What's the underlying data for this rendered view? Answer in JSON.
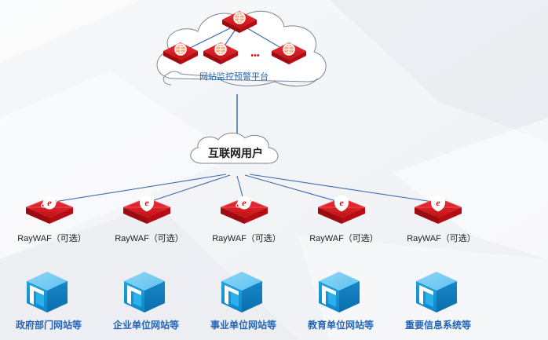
{
  "cloud": {
    "platform_label": "网站监控预警平台",
    "ellipsis": "•••"
  },
  "internet": {
    "label": "互联网用户"
  },
  "waf_nodes": [
    {
      "label": "RayWAF（可选）",
      "icon": "ie-browser-icon"
    },
    {
      "label": "RayWAF（可选）",
      "icon": "shield-icon"
    },
    {
      "label": "RayWAF（可选）",
      "icon": "ie-browser-icon"
    },
    {
      "label": "RayWAF（可选）",
      "icon": "shield-icon"
    },
    {
      "label": "RayWAF（可选）",
      "icon": "shield-icon"
    }
  ],
  "site_groups": [
    {
      "label": "政府部门网站等",
      "icon": "server-cube-icon"
    },
    {
      "label": "企业单位网站等",
      "icon": "server-cube-icon"
    },
    {
      "label": "事业单位网站等",
      "icon": "server-cube-icon"
    },
    {
      "label": "教育单位网站等",
      "icon": "server-cube-icon"
    },
    {
      "label": "重要信息系统等",
      "icon": "server-cube-icon"
    }
  ],
  "colors": {
    "accent_red": "#d7141a",
    "dark_red": "#9b0b0f",
    "link_blue": "#3f6bb0",
    "label_blue": "#2566b4",
    "cube_blue": "#1a9ad8"
  }
}
